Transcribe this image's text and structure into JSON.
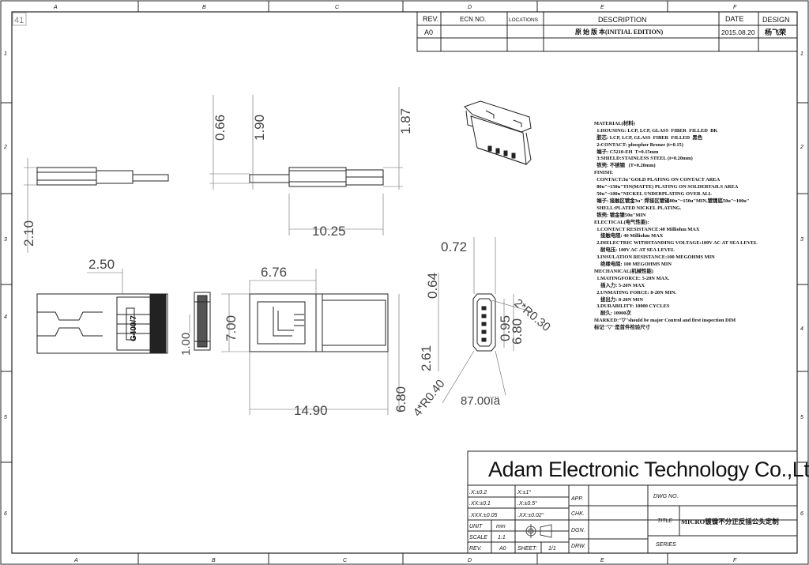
{
  "border": {
    "col_labels": [
      "A",
      "B",
      "C",
      "D",
      "E",
      "F"
    ],
    "row_labels": [
      "1",
      "2",
      "3",
      "4",
      "5",
      "6"
    ],
    "sheet_corner": "41"
  },
  "revision": {
    "headers": [
      "REV.",
      "ECN NO.",
      "LOCATIONS",
      "DESCRIPTION",
      "DATE",
      "DESIGN"
    ],
    "rows": [
      {
        "rev": "A0",
        "ecn": "",
        "loc": "",
        "desc": "原 始 版 本(INITIAL EDITION)",
        "date": "2015.08.20",
        "design": "杨飞荣"
      }
    ]
  },
  "dimensions": {
    "top_view": [
      "0.66",
      "1.90",
      "1.87",
      "2.10",
      "10.25"
    ],
    "front_view": [
      "2.50",
      "6.76",
      "7.00",
      "1.00",
      "6.80",
      "14.90"
    ],
    "end_view": [
      "0.72",
      "0.64",
      "0.95",
      "6.80",
      "2.61",
      "4*R0.40",
      "2*R0.30",
      "87.00ïä"
    ],
    "part_marking": "G400/7"
  },
  "notes": [
    "MATERIAL(材料)",
    "  1:HOUSING: LCP, LCP, GLASS  FIBER  FILLED  BK",
    "  胶芯: LCP, LCP, GLASS  FIBER  FILLED  黑色",
    "  2:CONTACT: phosphor Bronze (t=0.15)",
    "  端子: C5210-EH  T=0.15mm",
    "  3:SHIELD:STAINLESS STEEL (t=0.20mm)",
    "  铁壳: 不锈钢   (T=0.20mm)",
    "FINISH:",
    "  CONTACT:3u\"GOLD PLATING ON CONTACT AREA",
    "  80u\"~150u\"TIN(MATTE) PLATING ON SOLDERTAILS AREA",
    "  50u\"~100u\"NICKEL UNDERPLATING OVER ALL",
    "  端子: 接触区镀金3u\" 焊接区镀锡80u\"~150u\"MIN,镀镍底50u\"~100u\"",
    "  SHELL:PLATED NICKEL PLATING.",
    "  铁壳: 镀金镍50u\"MIN",
    "ELECTICAL(电气性能):",
    "  1.CONTACT RESISTANCE:40 Milliohm MAX",
    "     接触电阻: 40 Milliohm MAX",
    "  2.DIELECTRIC WITHSTANDING VOLTAGE:100V AC AT SEA LEVEL",
    "     耐电压: 100V AC AT SEA LEVEL",
    "  3.INSULATION RESISTANCE:100 MEGOHMS MIN",
    "     绝缘电阻: 100 MEGOHMS MIN",
    "MECHANICAL(机械性能)",
    "  1.MATINGFORCE: 5-20N MAX.",
    "     插入力: 5-20N MAX",
    "  2.UNMATING FORCE: 8-20N MIN.",
    "     拔出力: 8-20N MIN",
    "  3.DURABILITY: 10000 CYCLES",
    "     耐久: 10000次",
    "MARKED:\"▽\"should be major Control and first inspection DIM",
    "标记\"▽\"是首件检验尺寸"
  ],
  "title_block": {
    "company": "Adam Electronic Technology Co.,Ltd",
    "tol": [
      [
        ".X:±0.2",
        "X:±1°"
      ],
      [
        ".XX:±0.1",
        ".X:±0.5°"
      ],
      [
        ".XXX:±0.05",
        ".XX:±0.02°"
      ]
    ],
    "unit_label": "UNIT",
    "unit_value": "mm",
    "scale_label": "SCALE",
    "scale_value": "1:1",
    "rev_label": "REV.",
    "rev_value": "A0",
    "sheet_label": "SHEET:",
    "sheet_value": "1/1",
    "app": "APP.",
    "chk": "CHK.",
    "dgn": "DGN.",
    "drw": "DRW.",
    "dwg_no": "DWG NO.",
    "title_label": "TITLE",
    "series": "SERIES",
    "title_value": "MICRO镀镍不分正反插公头定制"
  }
}
